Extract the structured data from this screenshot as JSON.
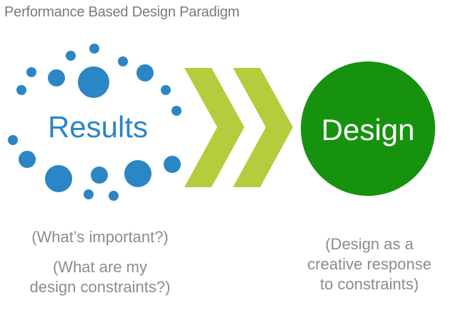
{
  "title": "Performance Based Design Paradigm",
  "results": {
    "label": "Results",
    "caption_1": "(What’s important?)",
    "caption_2_line1": "(What are my",
    "caption_2_line2": "design constraints?)",
    "dot_color": "#2b86c5",
    "text_color": "#2b86c5"
  },
  "arrows": {
    "color": "#b5cc3d",
    "count": 2
  },
  "design": {
    "label": "Design",
    "caption_line1": "(Design as a",
    "caption_line2": "creative response",
    "caption_line3": "to constraints)",
    "circle_color": "#17920f",
    "text_color": "#ffffff"
  },
  "caption_color": "#8c8c8c",
  "title_color": "#7a7a7a"
}
